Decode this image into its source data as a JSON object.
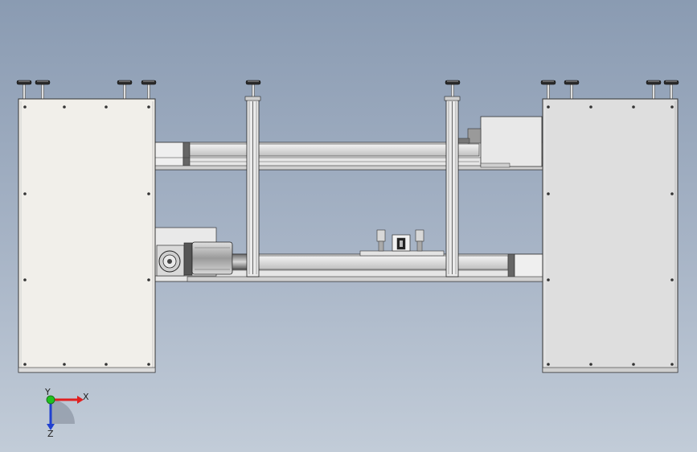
{
  "view": {
    "background_top": "#8a9bb2",
    "background_bottom": "#c2ccd8"
  },
  "triad": {
    "x_label": "X",
    "y_label": "Y",
    "z_label": "Z",
    "x_color": "#e02020",
    "y_color": "#20c020",
    "z_color": "#2040d0"
  },
  "parts": {
    "left_panel": "cabinet-panel",
    "right_panel": "cabinet-panel",
    "rails": "linear-rail",
    "uprights": "aluminum-profile",
    "motor": "gear-motor",
    "carriage": "slide-carriage",
    "feet": "leveling-foot"
  }
}
